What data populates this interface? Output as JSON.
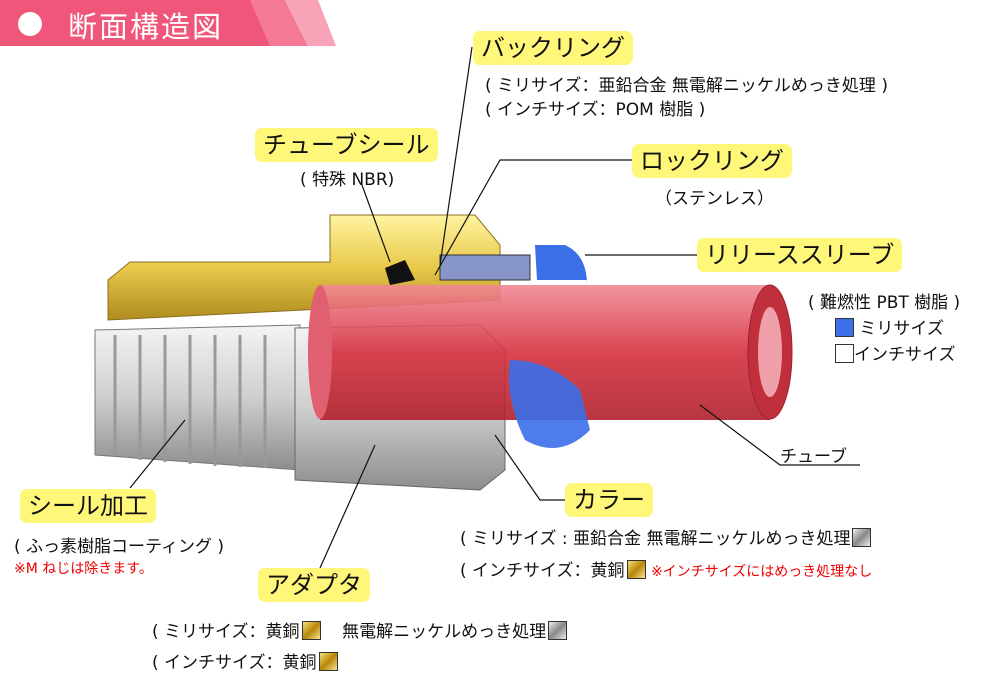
{
  "header": {
    "title": "断面構造図"
  },
  "labels": {
    "back_ring": {
      "name": "バックリング",
      "mm": "( ミリサイズ：亜鉛合金 無電解ニッケルめっき処理 )",
      "inch": "( インチサイズ：POM 樹脂 )"
    },
    "tube_seal": {
      "name": "チューブシール",
      "material": "( 特殊 NBR)"
    },
    "lock_ring": {
      "name": "ロックリング",
      "material": "（ステンレス）"
    },
    "release_sleeve": {
      "name": "リリーススリーブ",
      "material": "( 難燃性 PBT 樹脂 )",
      "mm": "ミリサイズ",
      "inch": "インチサイズ"
    },
    "tube": {
      "name": "チューブ"
    },
    "collar": {
      "name": "カラー",
      "mm": "( ミリサイズ : 亜鉛合金  無電解ニッケルめっき処理",
      "inch": "( インチサイズ：黄銅",
      "note": "※インチサイズにはめっき処理なし"
    },
    "seal_process": {
      "name": "シール加工",
      "material": "( ふっ素樹脂コーティング )",
      "note": "※M ねじは除きます。"
    },
    "adapter": {
      "name": "アダプタ",
      "mm": "( ミリサイズ：黄銅",
      "mm_plating": "無電解ニッケルめっき処理",
      "inch": "( インチサイズ：黄銅"
    }
  },
  "colors": {
    "header": "#f0557a",
    "tag": "#fff77a",
    "blue": "#3a6fe8",
    "tube": "#d9303f"
  }
}
